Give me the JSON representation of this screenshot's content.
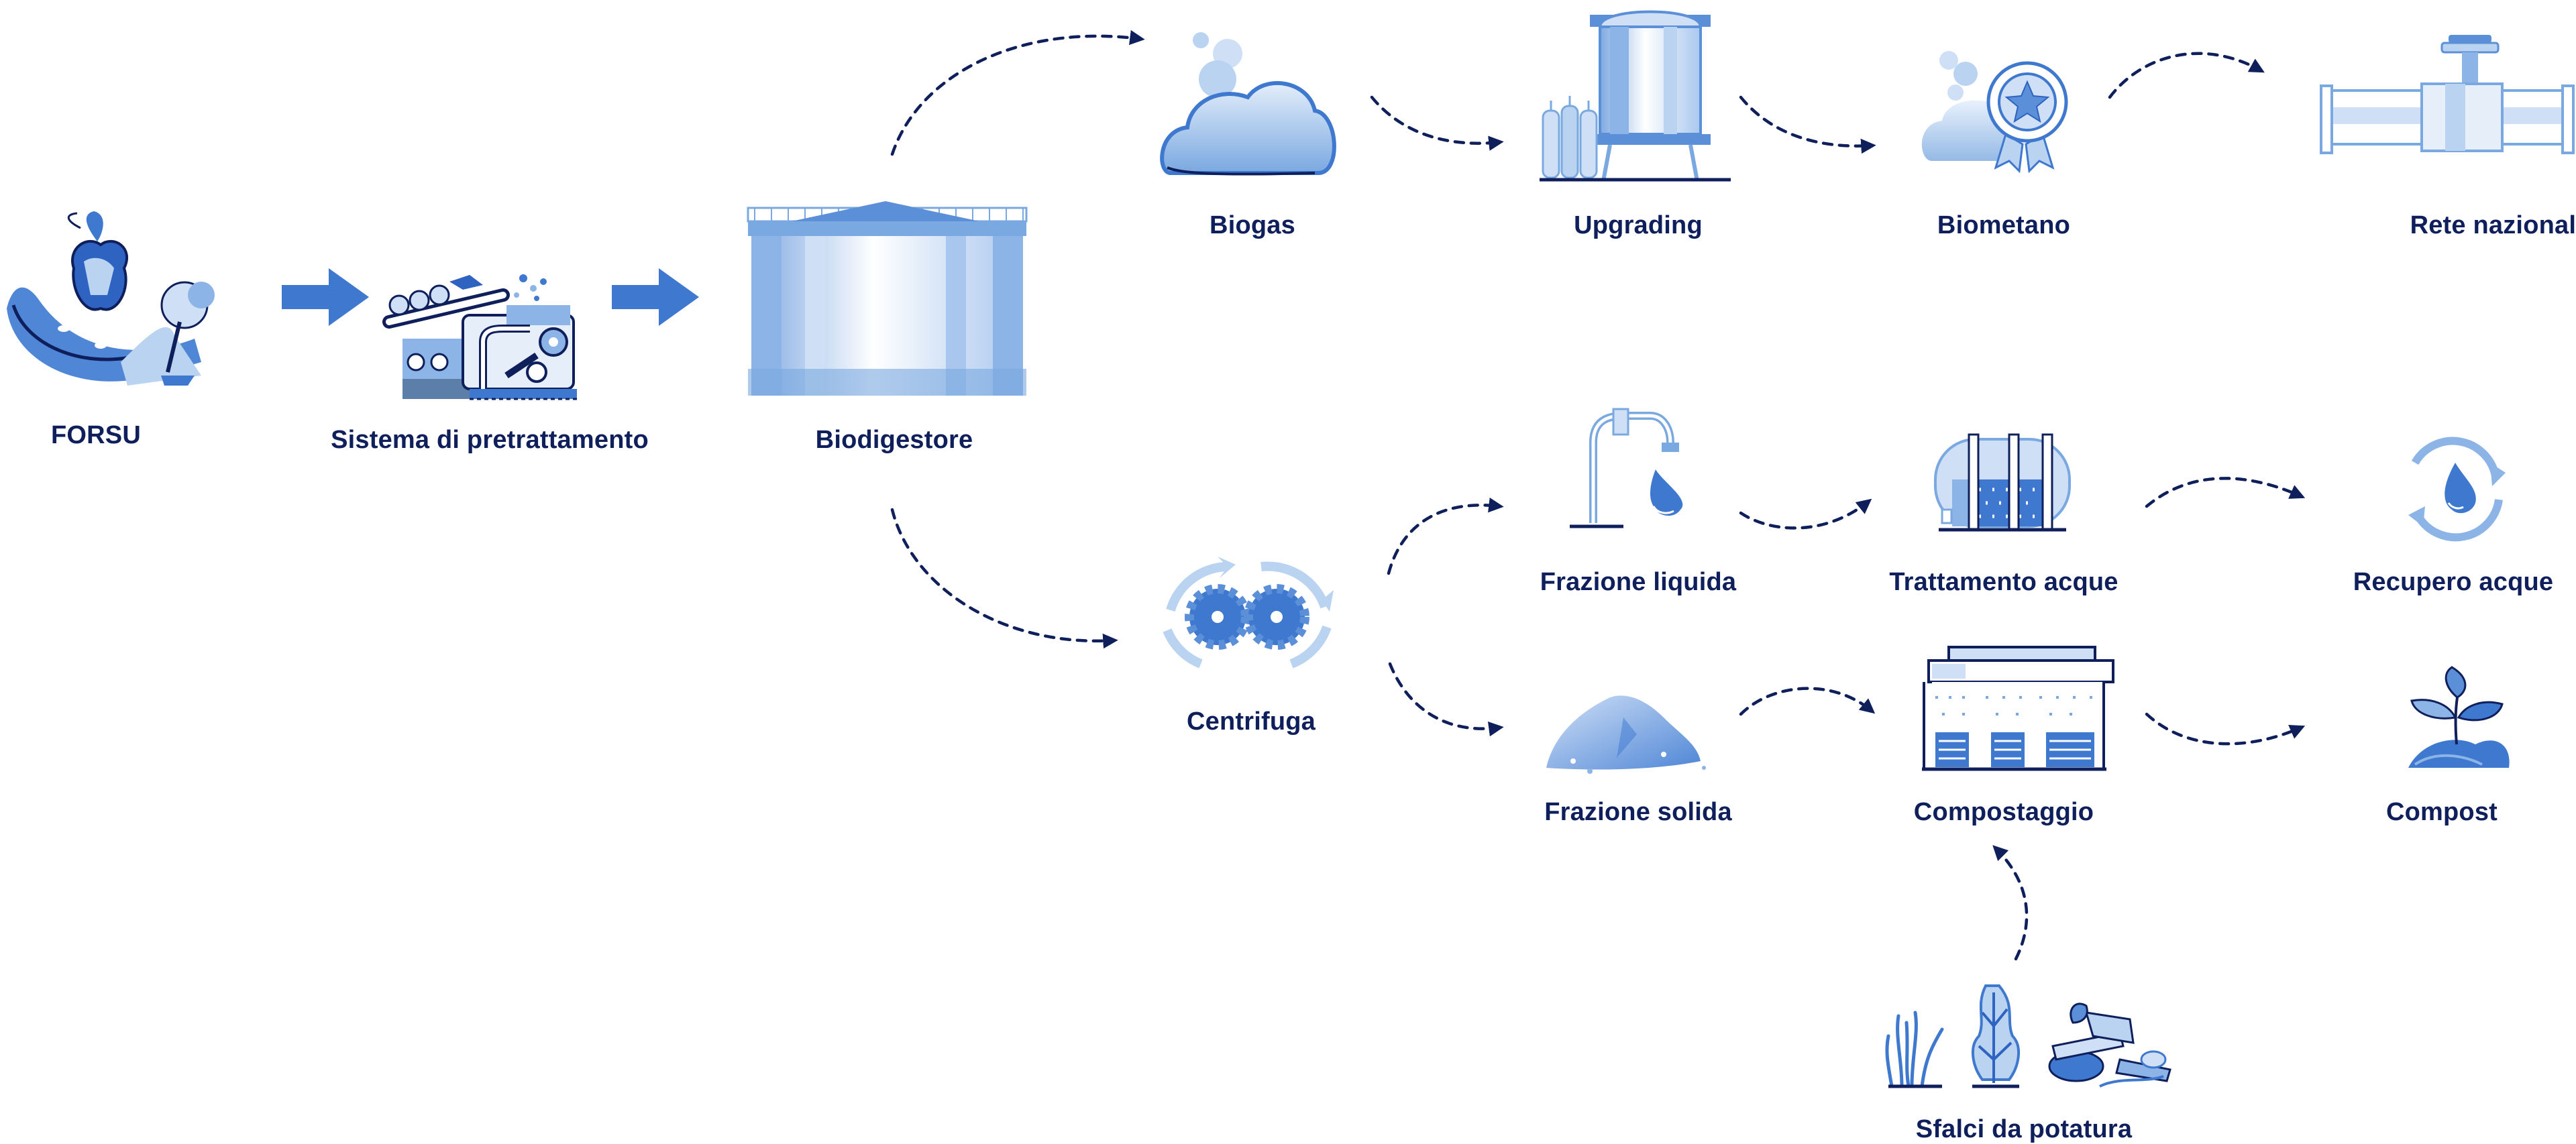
{
  "nodes": {
    "forsu": {
      "label": "FORSU"
    },
    "pretrattamento": {
      "label": "Sistema di pretrattamento"
    },
    "biodigestore": {
      "label": "Biodigestore"
    },
    "biogas": {
      "label": "Biogas"
    },
    "upgrading": {
      "label": "Upgrading"
    },
    "biometano": {
      "label": "Biometano"
    },
    "rete": {
      "label": "Rete nazionale"
    },
    "centrifuga": {
      "label": "Centrifuga"
    },
    "liquida": {
      "label": "Frazione liquida"
    },
    "trattamento": {
      "label": "Trattamento acque"
    },
    "recupero": {
      "label": "Recupero acque"
    },
    "solida": {
      "label": "Frazione solida"
    },
    "compostaggio": {
      "label": "Compostaggio"
    },
    "compost": {
      "label": "Compost"
    },
    "sfalci": {
      "label": "Sfalci da potatura"
    }
  },
  "icons": {
    "forsu": "food-waste-icon",
    "pretrattamento": "pretreatment-machine-icon",
    "biodigestore": "digester-tank-icon",
    "biogas": "gas-cloud-icon",
    "upgrading": "upgrading-tank-icon",
    "biometano": "biomethane-badge-icon",
    "rete": "pipeline-icon",
    "centrifuga": "centrifuge-gears-icon",
    "liquida": "water-tap-icon",
    "trattamento": "water-treatment-tank-icon",
    "recupero": "water-recycle-icon",
    "solida": "solid-pile-icon",
    "compostaggio": "composting-plant-icon",
    "compost": "compost-plant-icon",
    "sfalci": "pruning-clippings-icon"
  },
  "colors": {
    "navy": "#0f1f5c",
    "arrow_blue": "#3e78cf",
    "light_blue": "#b9d3f0",
    "mid_blue": "#8cb4e6",
    "dark_blue": "#2f63c2"
  }
}
